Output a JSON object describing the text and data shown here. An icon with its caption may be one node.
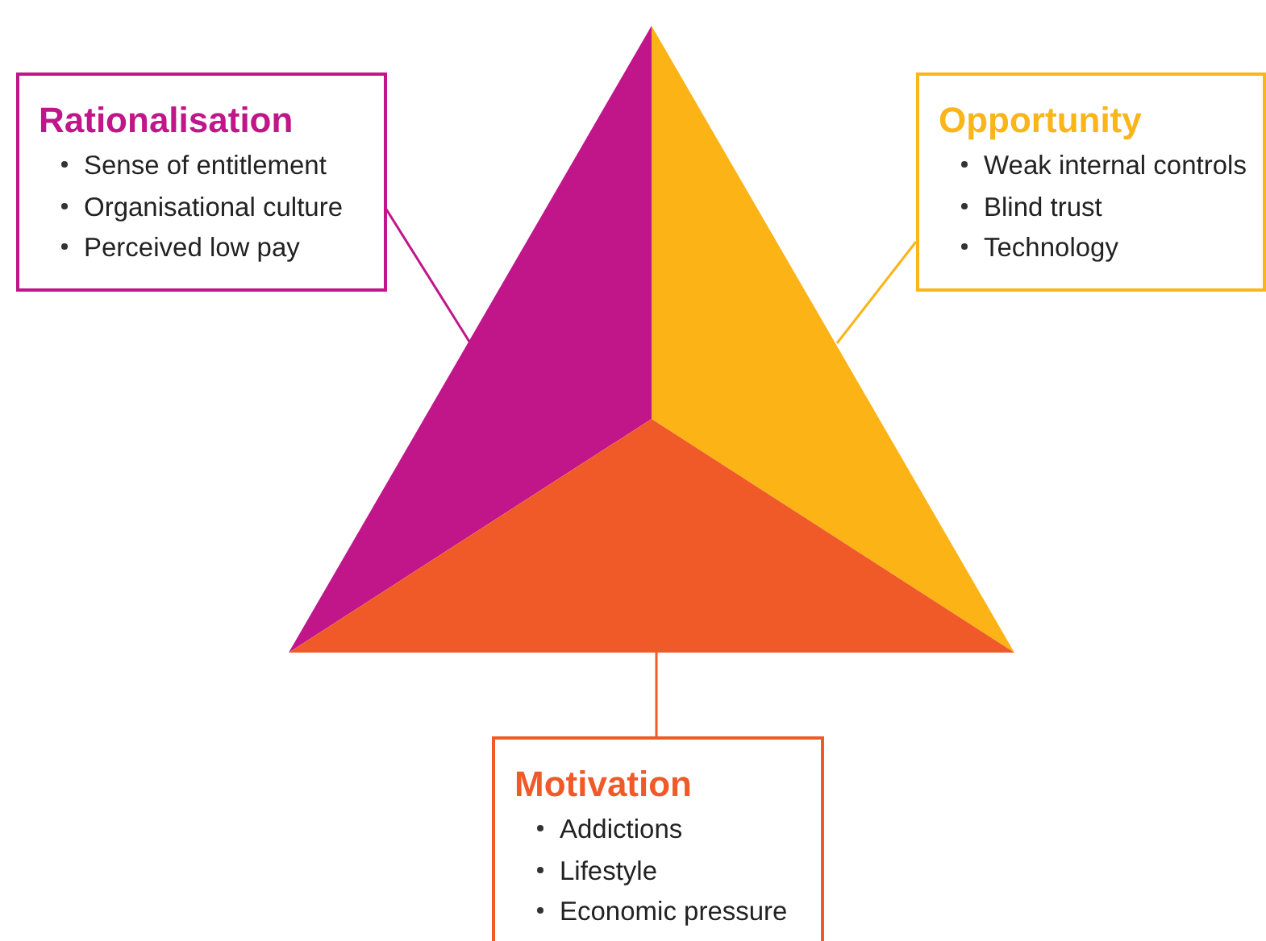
{
  "diagram": {
    "nodes": [
      {
        "text": [
          "Rationalisation",
          "Sense of entitlement",
          "Organisational culture",
          "Perceived low pay"
        ]
      },
      {
        "text": [
          "Opportunity",
          "Weak internal controls",
          "Blind trust",
          "Technology"
        ]
      },
      {
        "text": [
          "Motivation",
          "Addictions",
          "Lifestyle",
          "Economic pressure"
        ]
      },
      {
        "text": [],
        "shape": "triangle"
      },
      {
        "text": [],
        "shape": "triangle"
      },
      {
        "text": [],
        "shape": "triangle"
      }
    ],
    "edges": [
      {
        "from": 0,
        "to": 3,
        "arrow": "none",
        "color": "#c0168a"
      },
      {
        "from": 1,
        "to": 4,
        "arrow": "none",
        "color": "#f9b51a"
      },
      {
        "from": 2,
        "to": 5,
        "arrow": "none",
        "color": "#f05a28"
      }
    ]
  }
}
